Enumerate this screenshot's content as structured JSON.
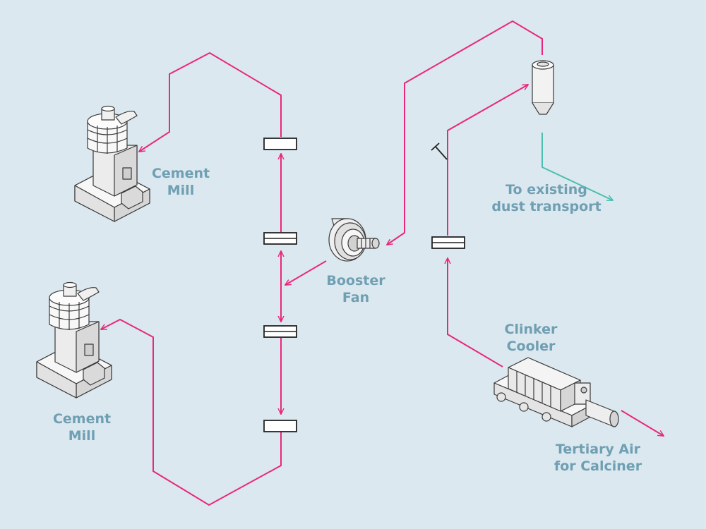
{
  "labels": {
    "cement_mill_top": "Cement\nMill",
    "cement_mill_bottom": "Cement\nMill",
    "booster_fan": "Booster\nFan",
    "dust_transport": "To existing\ndust transport",
    "clinker_cooler": "Clinker\nCooler",
    "tertiary_air": "Tertiary Air\nfor Calciner"
  },
  "colors": {
    "background": "#dbe8ef",
    "air_flow": "#e8287c",
    "dust_flow": "#4cbfae",
    "label_text": "#6f9fb2",
    "equipment_fill": "#f4f4f4"
  },
  "icons": {
    "mill": "cement-mill-icon",
    "fan": "booster-fan-icon",
    "silo": "filter-silo-icon",
    "cooler": "clinker-cooler-icon",
    "open_damper": "open-damper-icon",
    "hatched_damper": "hatched-damper-icon"
  }
}
